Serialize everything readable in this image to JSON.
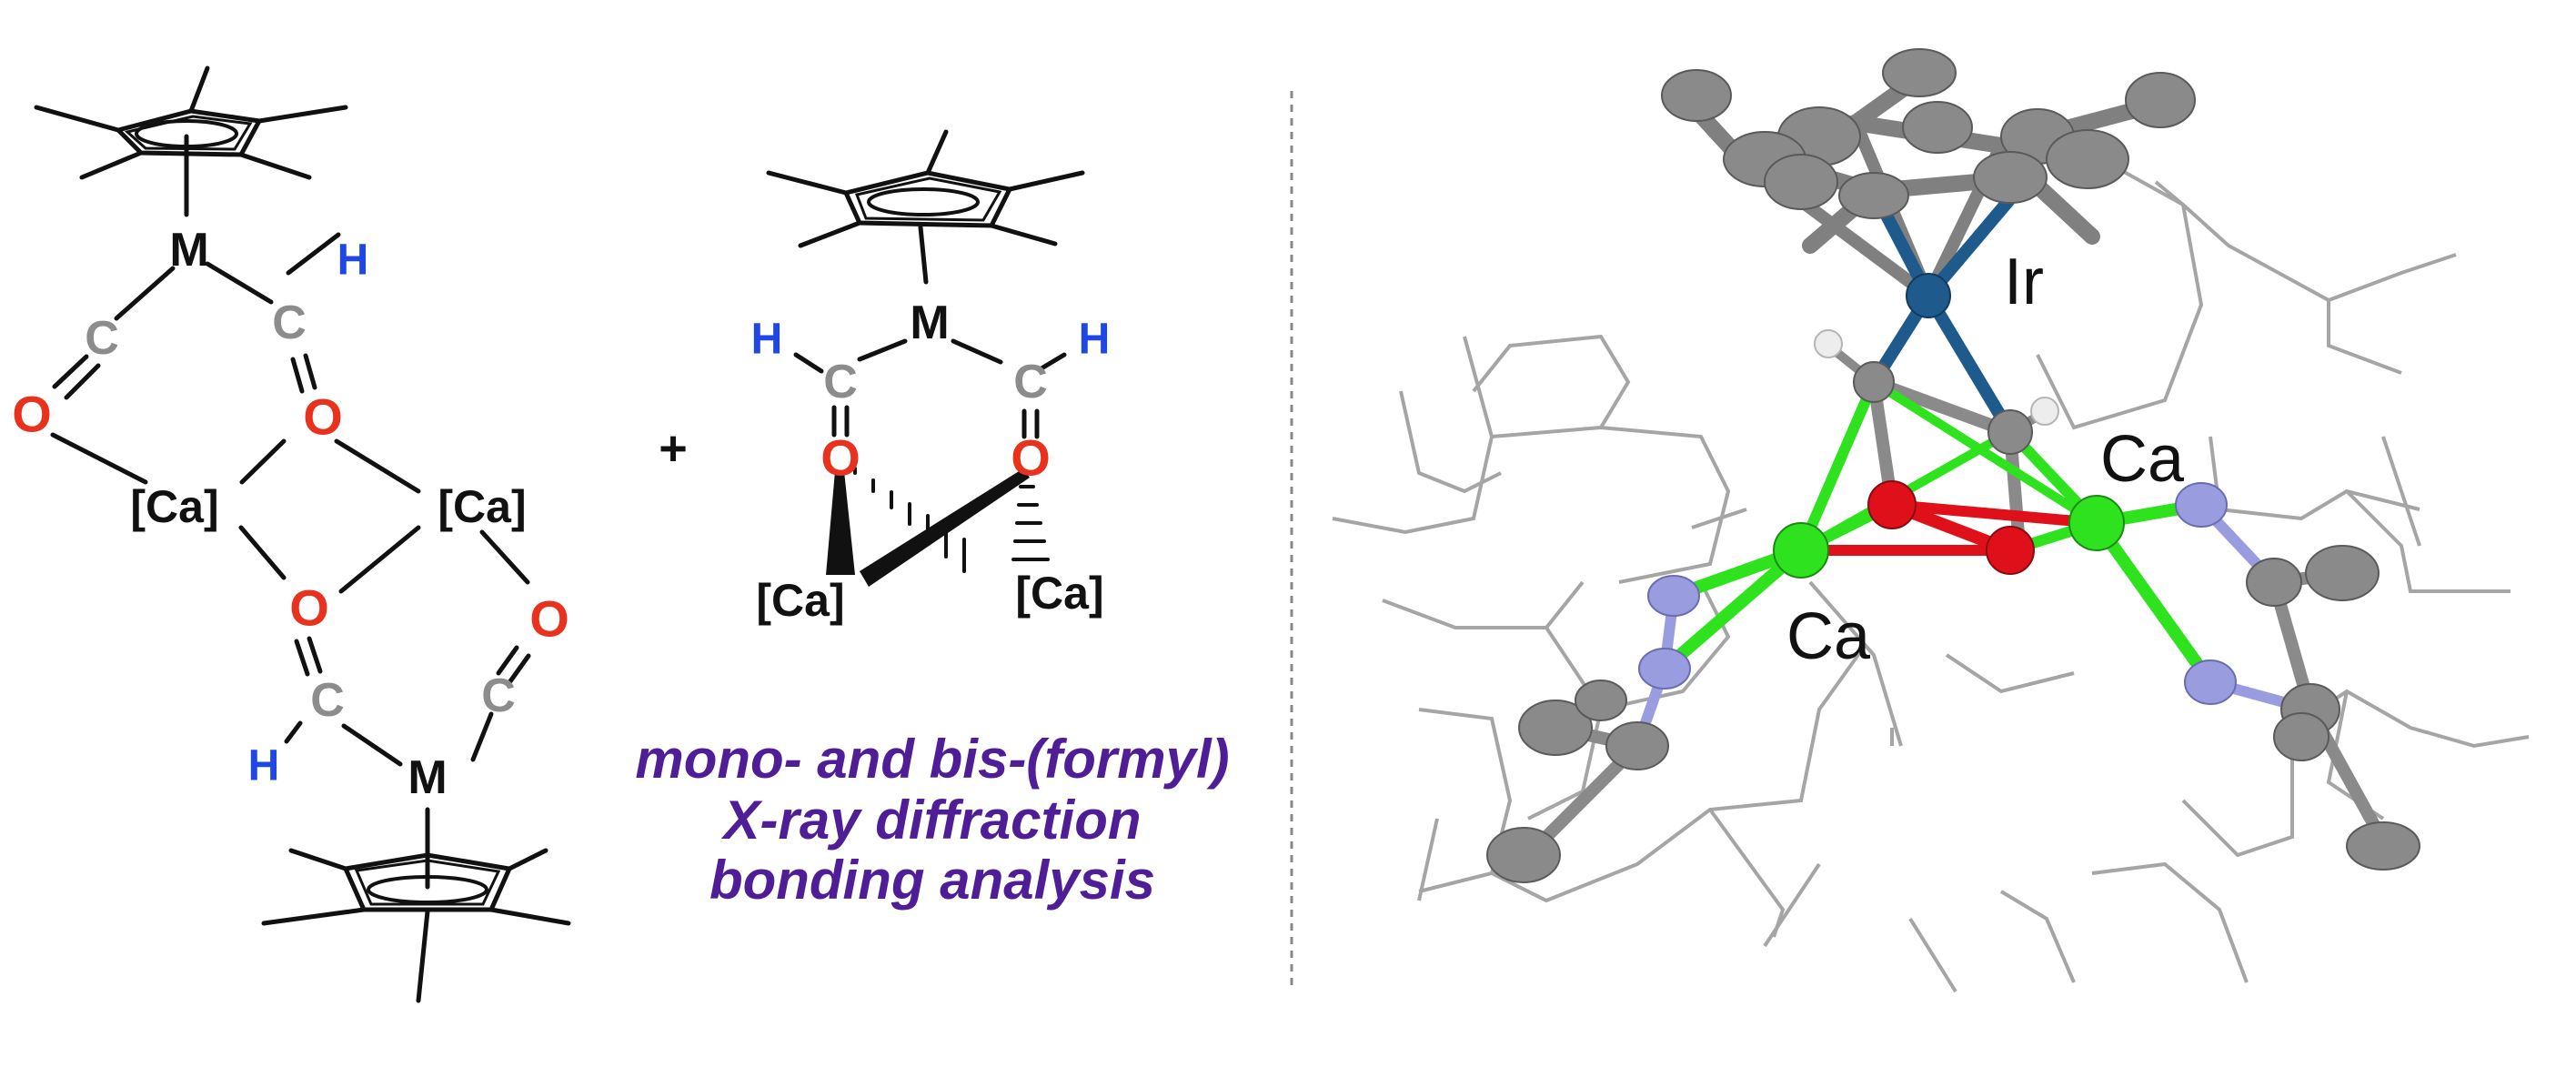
{
  "colors": {
    "bond": "#111111",
    "hydrogen_label": "#1f47e6",
    "oxygen_label": "#e8321e",
    "carbon_label": "#8c8c8c",
    "caption": "#4f1e96",
    "divider": "#888888",
    "ca_atom": "#2ee21e",
    "o_atom": "#e0101a",
    "n_atom": "#9a9ce0",
    "ir_atom": "#1f5a8c",
    "c_atom": "#8a8a8a",
    "wire": "#a5a5a5"
  },
  "labels": {
    "metal": "M",
    "hydrogen": "H",
    "oxygen": "O",
    "carbon": "C",
    "calcium_fragment": "[Ca]",
    "plus": "+",
    "iridium": "Ir",
    "calcium": "Ca"
  },
  "caption": {
    "line1": "mono- and bis-(formyl)",
    "line2": "X-ray diffraction",
    "line3": "bonding analysis"
  }
}
